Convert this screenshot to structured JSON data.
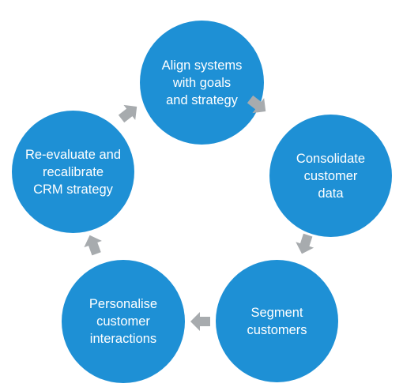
{
  "colors": {
    "node_fill": "#1e90d5",
    "arrow_fill": "#a7abae",
    "text": "#ffffff"
  },
  "cycle": {
    "nodes": [
      {
        "id": "align",
        "label": "Align systems\nwith goals\nand strategy"
      },
      {
        "id": "consolidate",
        "label": "Consolidate\ncustomer\ndata"
      },
      {
        "id": "segment",
        "label": "Segment\ncustomers"
      },
      {
        "id": "personalise",
        "label": "Personalise\ncustomer\ninteractions"
      },
      {
        "id": "reevaluate",
        "label": "Re-evaluate and\nrecalibrate\nCRM strategy"
      }
    ]
  }
}
